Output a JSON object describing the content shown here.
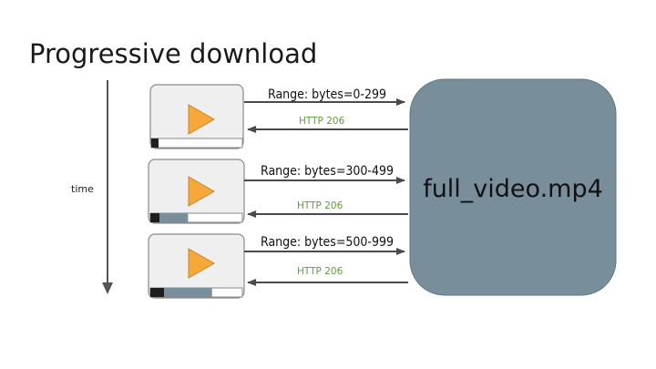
{
  "diagram": {
    "title": "Progressive download",
    "time_label": "time",
    "file_name": "full_video.mp4",
    "requests": [
      {
        "request_label": "Range: bytes=0-299",
        "response_label": "HTTP 206",
        "progress": 0.08
      },
      {
        "request_label": "Range: bytes=300-499",
        "response_label": "HTTP 206",
        "progress": 0.41
      },
      {
        "request_label": "Range: bytes=500-999",
        "response_label": "HTTP 206",
        "progress": 0.67
      }
    ],
    "colors": {
      "server_fill": "#788f9b",
      "play_icon": "#f6a93a",
      "progress_fill": "#788f9b",
      "response_text": "#5c9e3c"
    }
  }
}
